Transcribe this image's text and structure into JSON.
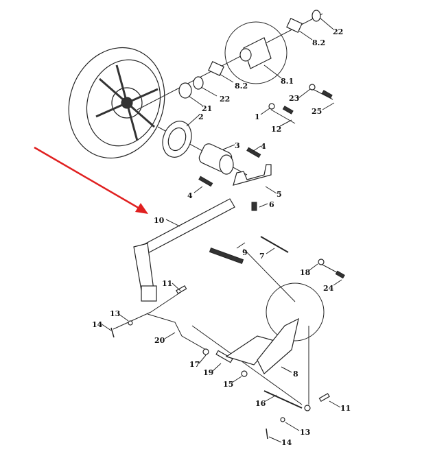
{
  "diagram": {
    "title": "",
    "callouts": [
      "22",
      "8.2",
      "8.1",
      "8.2",
      "22",
      "21",
      "2",
      "3",
      "4",
      "4",
      "5",
      "6",
      "23",
      "25",
      "1",
      "12",
      "10",
      "9",
      "7",
      "18",
      "24",
      "11",
      "13",
      "14",
      "20",
      "17",
      "19",
      "8",
      "15",
      "16",
      "11",
      "13",
      "14"
    ],
    "arrow_color": "#e02020",
    "line_color": "#222222"
  }
}
